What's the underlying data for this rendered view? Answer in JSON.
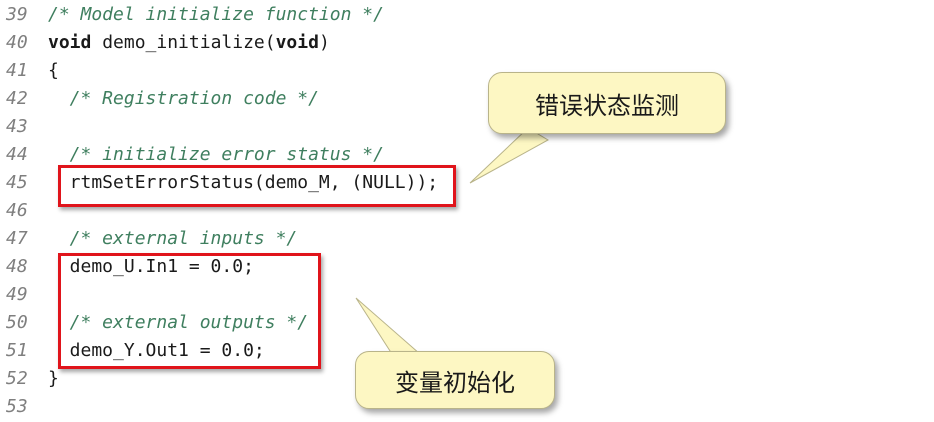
{
  "code_lines": [
    {
      "num": "39",
      "text": "/* Model initialize function */",
      "type": "comment"
    },
    {
      "num": "40",
      "parts": [
        {
          "t": "void",
          "k": true
        },
        {
          "t": " demo_initialize(",
          "k": false
        },
        {
          "t": "void",
          "k": true
        },
        {
          "t": ")",
          "k": false
        }
      ]
    },
    {
      "num": "41",
      "text": "{",
      "type": "code"
    },
    {
      "num": "42",
      "text": "  /* Registration code */",
      "type": "comment"
    },
    {
      "num": "43",
      "text": "",
      "type": "code"
    },
    {
      "num": "44",
      "text": "  /* initialize error status */",
      "type": "comment"
    },
    {
      "num": "45",
      "text": "  rtmSetErrorStatus(demo_M, (NULL));",
      "type": "code"
    },
    {
      "num": "46",
      "text": "",
      "type": "code"
    },
    {
      "num": "47",
      "text": "  /* external inputs */",
      "type": "comment"
    },
    {
      "num": "48",
      "text": "  demo_U.In1 = 0.0;",
      "type": "code"
    },
    {
      "num": "49",
      "text": "",
      "type": "code"
    },
    {
      "num": "50",
      "text": "  /* external outputs */",
      "type": "comment"
    },
    {
      "num": "51",
      "text": "  demo_Y.Out1 = 0.0;",
      "type": "code"
    },
    {
      "num": "52",
      "text": "}",
      "type": "code"
    },
    {
      "num": "53",
      "text": "",
      "type": "code"
    }
  ],
  "callouts": {
    "error_monitor": "错误状态监测",
    "var_init": "变量初始化"
  },
  "colors": {
    "comment": "#3f7f5f",
    "line_number": "#7f7f7f",
    "highlight_box": "#e0141b",
    "callout_fill": "#fdf7c3"
  }
}
